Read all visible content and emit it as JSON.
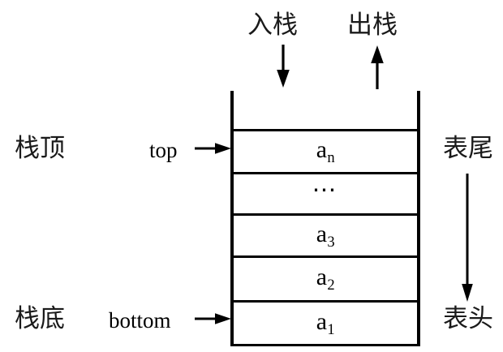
{
  "diagram": {
    "title_push": "入栈",
    "title_pop": "出栈",
    "left_labels": {
      "top": "栈顶",
      "bottom": "栈底"
    },
    "pointers": {
      "top": "top",
      "bottom": "bottom"
    },
    "right_labels": {
      "tail": "表尾",
      "head": "表头"
    },
    "stack_cells": [
      {
        "name": "cell-empty",
        "label": "",
        "sub": ""
      },
      {
        "name": "cell-an",
        "label": "a",
        "sub": "n"
      },
      {
        "name": "cell-ellipsis",
        "label": "⋯",
        "sub": ""
      },
      {
        "name": "cell-a3",
        "label": "a",
        "sub": "3"
      },
      {
        "name": "cell-a2",
        "label": "a",
        "sub": "2"
      },
      {
        "name": "cell-a1",
        "label": "a",
        "sub": "1"
      }
    ],
    "colors": {
      "stroke": "#000000",
      "background": "#ffffff",
      "text": "#1a1a1a"
    }
  }
}
